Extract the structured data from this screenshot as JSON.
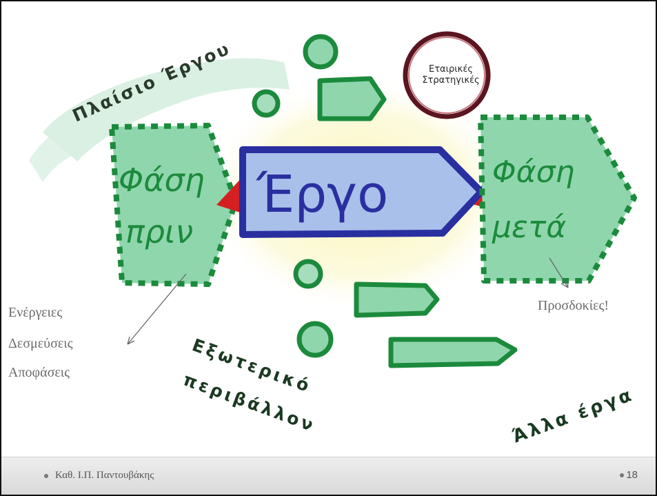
{
  "diagram": {
    "project_frame_label": "Πλαίσιο Έργου",
    "corporate_label_line1": "Εταιρικές",
    "corporate_label_line2": "Στρατηγικές",
    "before_phase_line1": "Φάση",
    "before_phase_line2": "πριν",
    "project_label": "Έργο",
    "after_phase_line1": "Φάση",
    "after_phase_line2": "μετά",
    "external_env_line1": "Εξωτερικό",
    "external_env_line2": "περιβάλλον",
    "other_projects_label": "Άλλα έργα"
  },
  "annotations": {
    "left_items": [
      "Ενέργειες",
      "Δεσμεύσεις",
      "Αποφάσεις"
    ],
    "right_item": "Προσδοκίες!"
  },
  "footer": {
    "author": "Καθ. Ι.Π. Παντουβάκης",
    "page_number": "18"
  },
  "colors": {
    "green_fill": "#7fcfa3",
    "green_stroke": "#1c8a3c",
    "blue_fill": "#9fb8e6",
    "blue_stroke": "#2a2fa0",
    "red_triangle": "#d42020",
    "dark_red_ring": "#5a1520",
    "yellow_glow": "#fbf5b0",
    "note_gray": "#6b6b6b"
  }
}
